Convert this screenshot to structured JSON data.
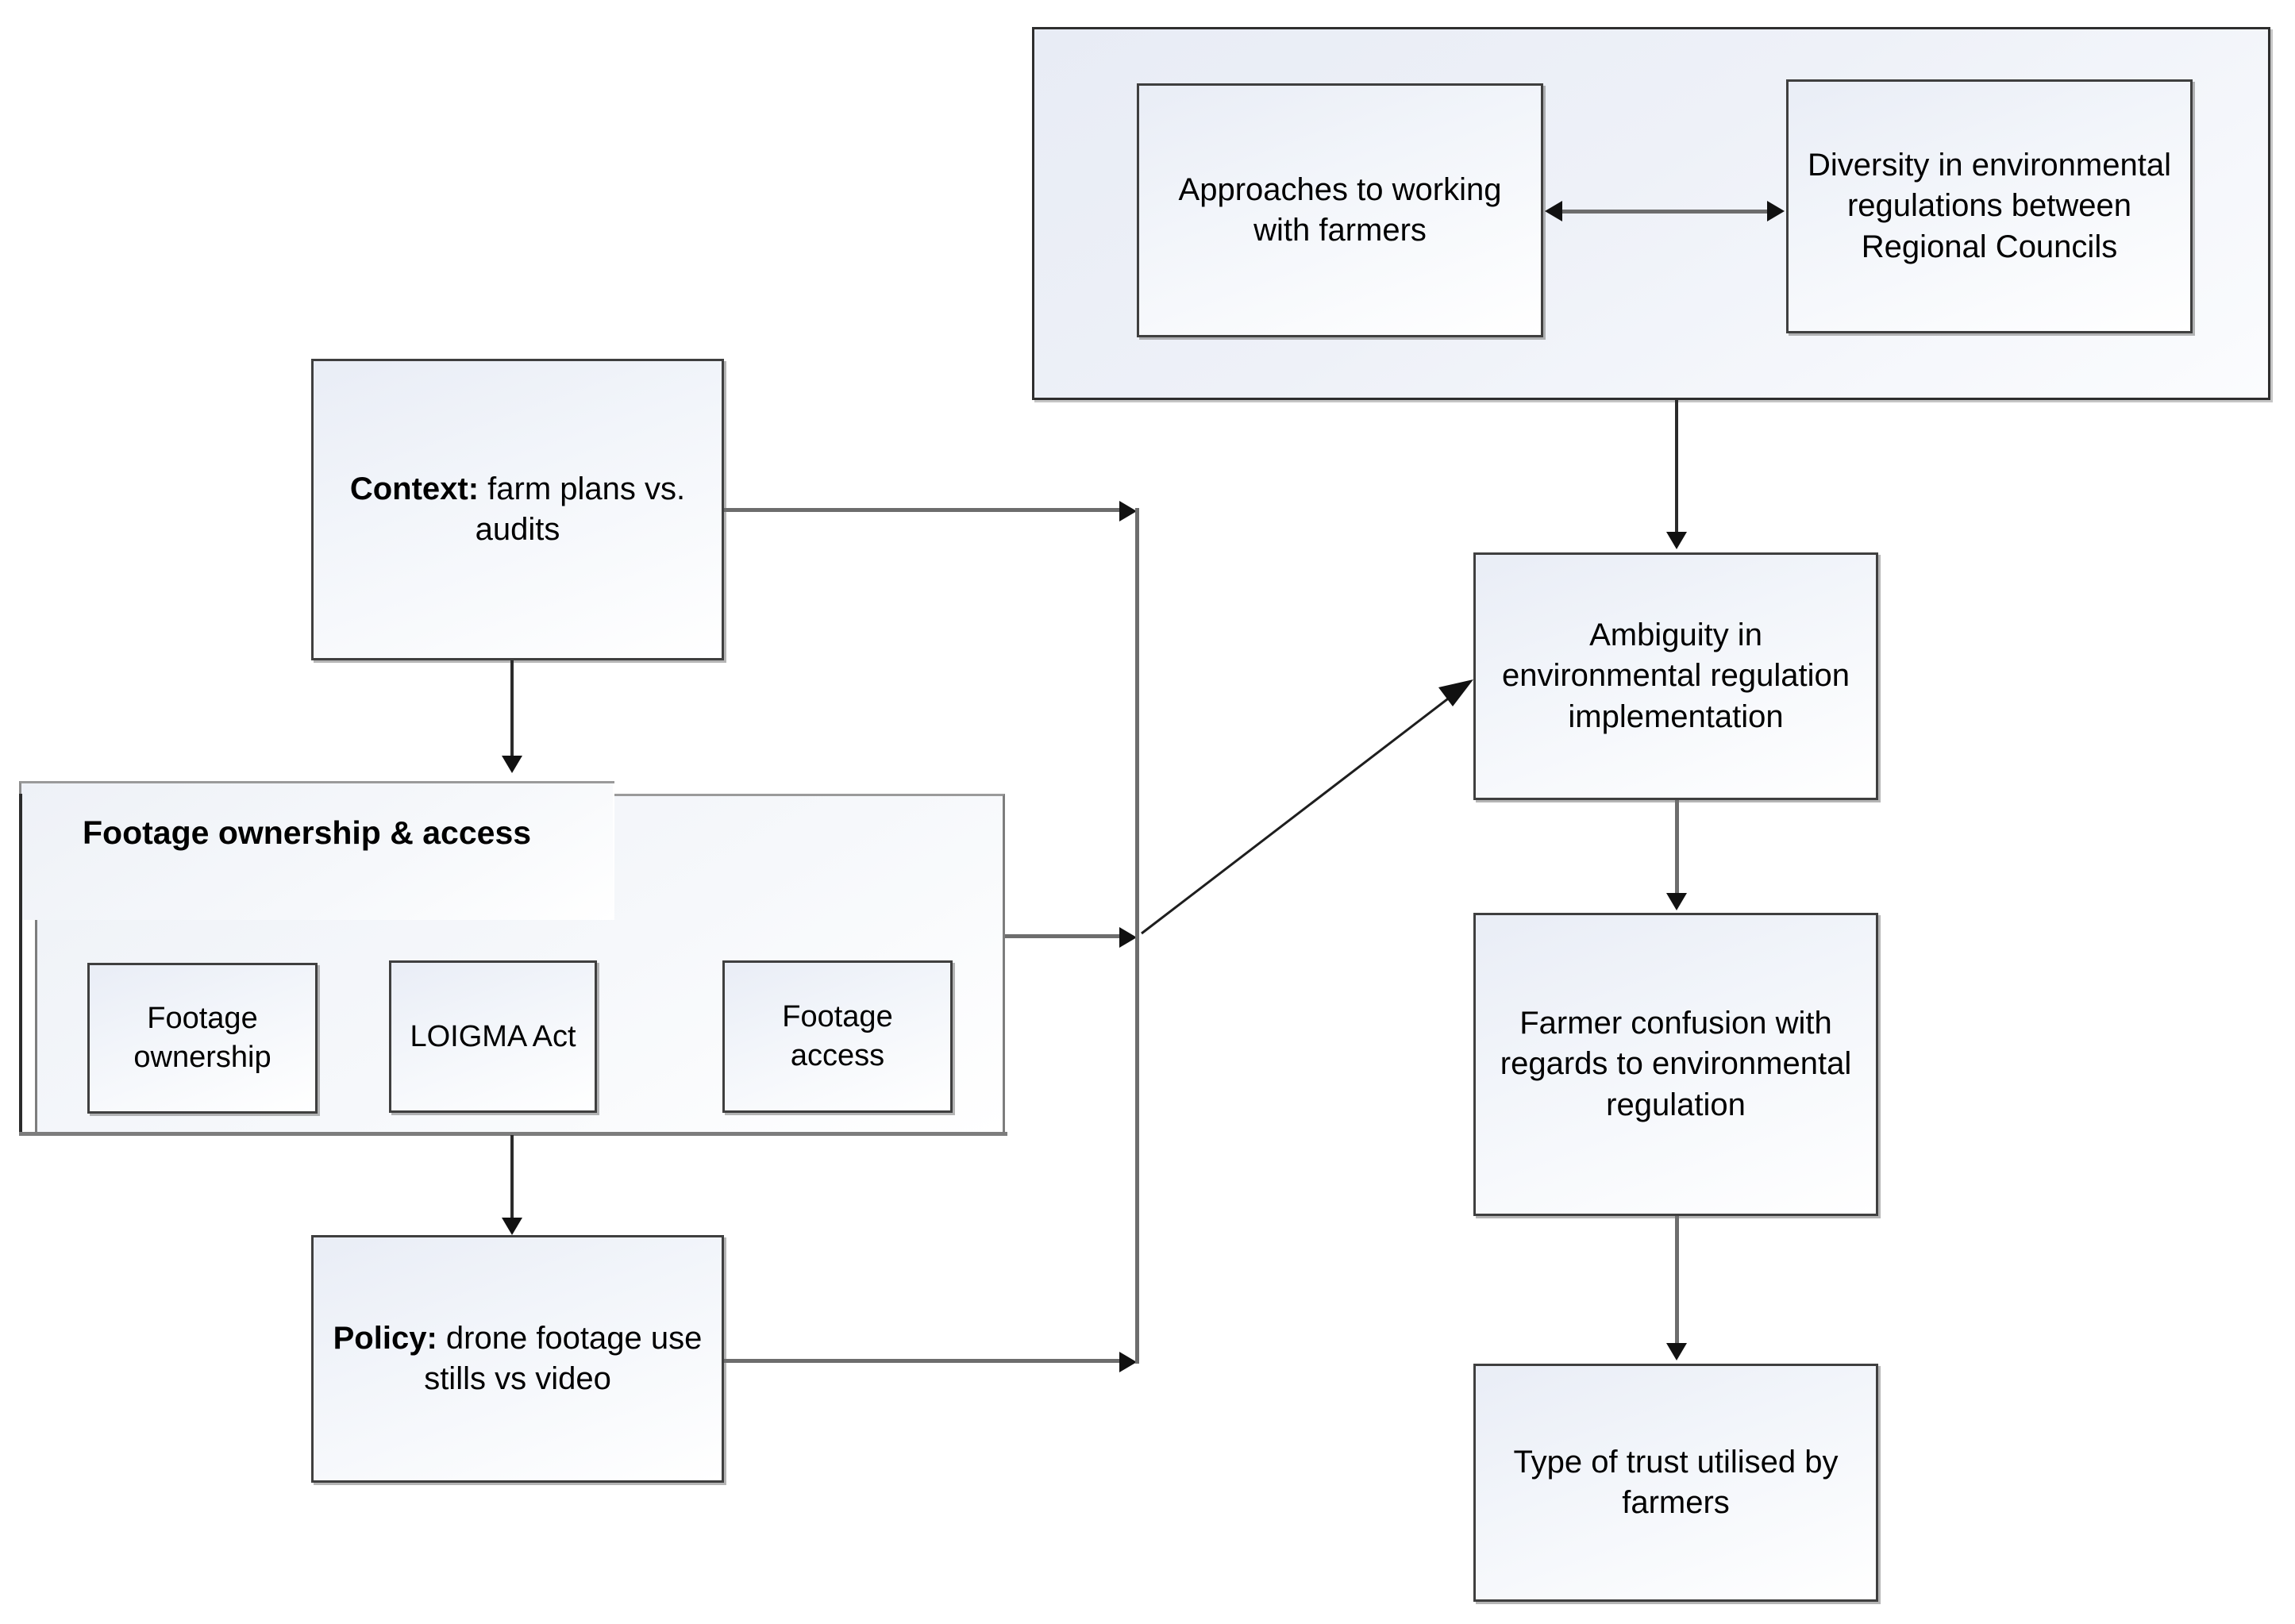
{
  "diagram": {
    "title": "Drone footage and environmental regulation influence diagram",
    "colors": {
      "box_border": "#3f3f3f",
      "group_border": "#2e2e2e",
      "group_border_light": "#7d7d7d",
      "connector": "#2b2b2b",
      "connector_thick": "#6d6d6d",
      "fill_top": "#e9edf6",
      "fill_bottom": "#ffffff",
      "text": "#000000"
    },
    "nodes": {
      "approaches": {
        "label": "Approaches to working with farmers"
      },
      "diversity": {
        "label": "Diversity in environmental regulations between Regional Councils"
      },
      "context": {
        "label_bold": "Context:",
        "label_rest": " farm plans vs. audits"
      },
      "footage_group": {
        "label": "Footage ownership & access"
      },
      "footage_ownership": {
        "label": "Footage ownership"
      },
      "loigma_act": {
        "label": "LOIGMA Act"
      },
      "footage_access": {
        "label": "Footage access"
      },
      "policy": {
        "label_bold": "Policy:",
        "label_rest": " drone footage use stills vs video"
      },
      "ambiguity": {
        "label": "Ambiguity in environmental regulation implementation"
      },
      "farmer_confusion": {
        "label": "Farmer confusion with regards to environmental regulation"
      },
      "trust": {
        "label": "Type of trust utilised by farmers"
      }
    },
    "edges": [
      {
        "from": "approaches",
        "to": "diversity",
        "type": "double-arrow-horizontal"
      },
      {
        "from": "regulation-group",
        "to": "ambiguity",
        "type": "arrow-down"
      },
      {
        "from": "context",
        "to": "junction",
        "type": "arrow-right"
      },
      {
        "from": "context",
        "to": "footage_group",
        "type": "arrow-down"
      },
      {
        "from": "footage_group",
        "to": "junction",
        "type": "arrow-right"
      },
      {
        "from": "footage_group",
        "to": "policy",
        "type": "arrow-down"
      },
      {
        "from": "policy",
        "to": "junction",
        "type": "arrow-right"
      },
      {
        "from": "junction",
        "to": "ambiguity",
        "type": "arrow-diagonal"
      },
      {
        "from": "ambiguity",
        "to": "farmer_confusion",
        "type": "arrow-down"
      },
      {
        "from": "farmer_confusion",
        "to": "trust",
        "type": "arrow-down"
      }
    ]
  }
}
